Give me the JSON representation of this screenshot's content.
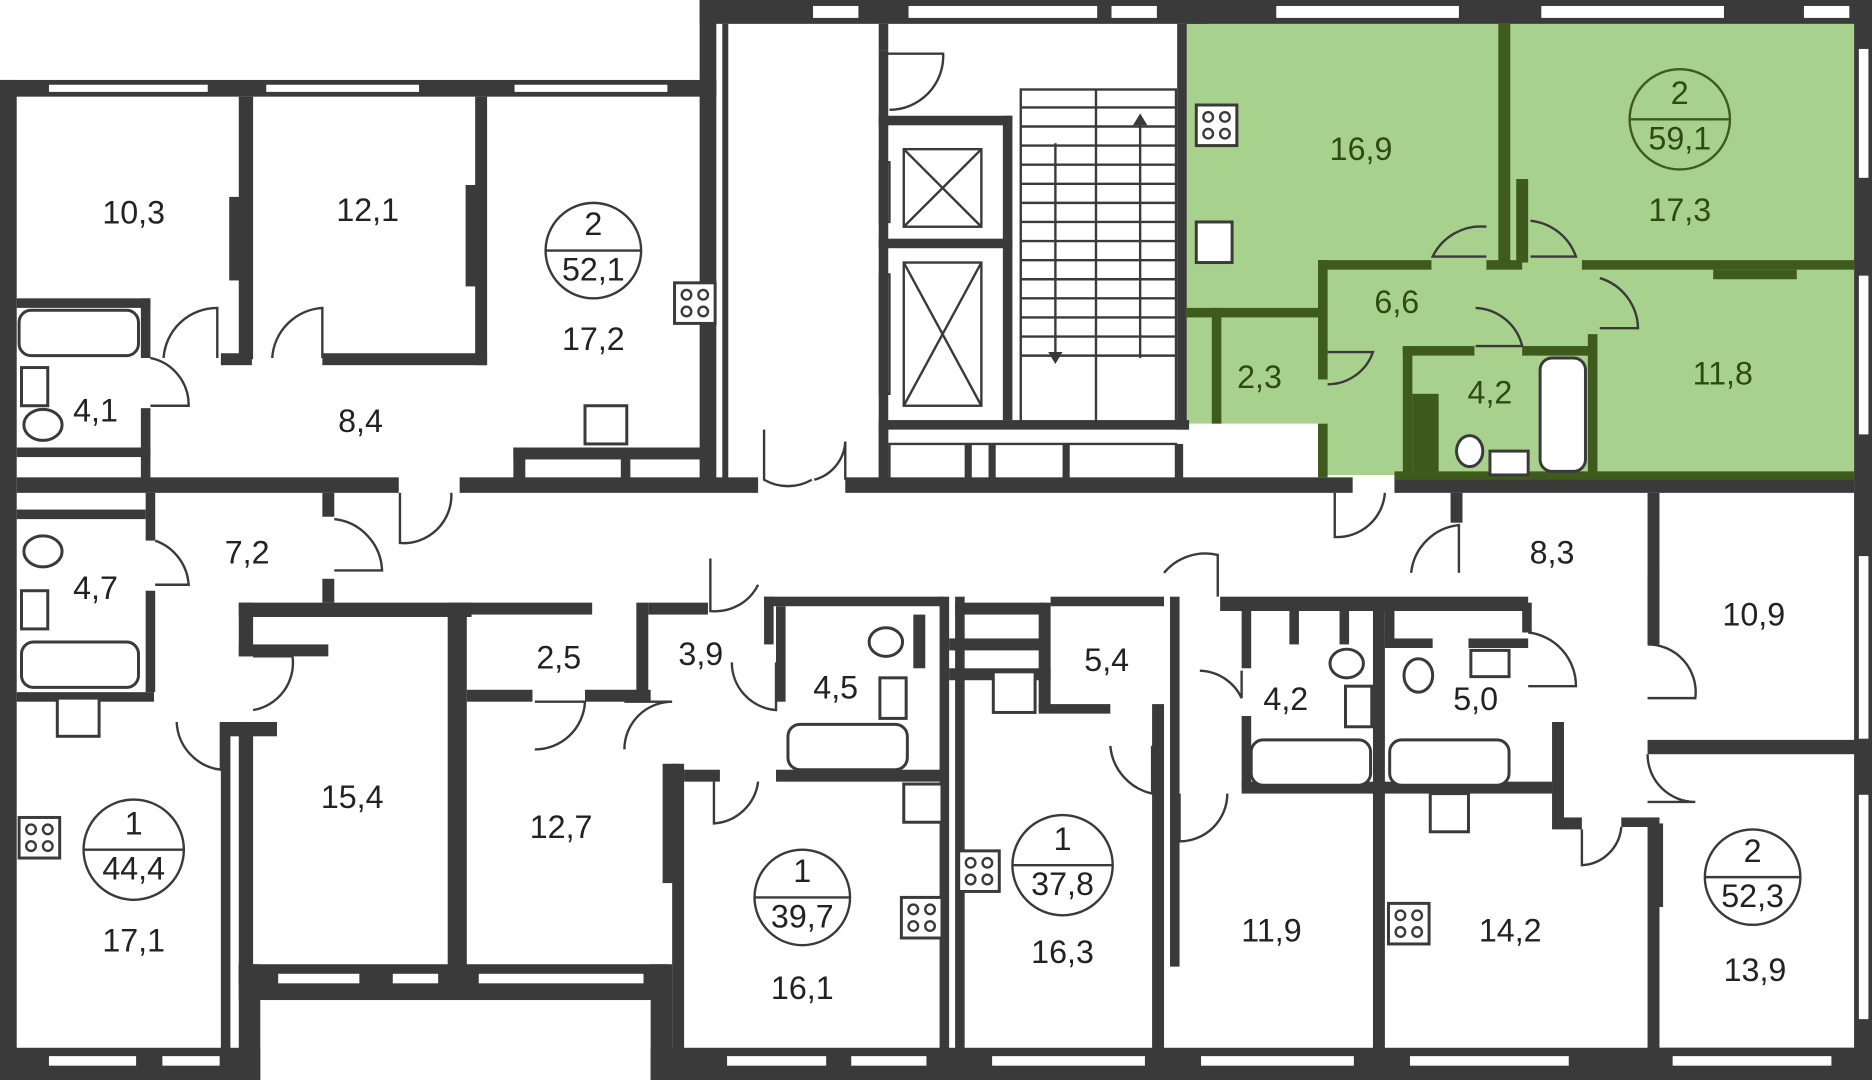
{
  "highlight_color": "#a9d18e",
  "wall_color": "#3a3a3a",
  "apartments": [
    {
      "id": "apt-2-52-1",
      "rooms": "2",
      "area": "52,1",
      "highlighted": false
    },
    {
      "id": "apt-2-59-1",
      "rooms": "2",
      "area": "59,1",
      "highlighted": true
    },
    {
      "id": "apt-1-44-4",
      "rooms": "1",
      "area": "44,4",
      "highlighted": false
    },
    {
      "id": "apt-1-39-7",
      "rooms": "1",
      "area": "39,7",
      "highlighted": false
    },
    {
      "id": "apt-1-37-8",
      "rooms": "1",
      "area": "37,8",
      "highlighted": false
    },
    {
      "id": "apt-2-52-3",
      "rooms": "2",
      "area": "52,3",
      "highlighted": false
    }
  ],
  "rooms": {
    "r_10_3": "10,3",
    "r_12_1": "12,1",
    "r_17_2": "17,2",
    "r_4_1": "4,1",
    "r_8_4": "8,4",
    "r_16_9": "16,9",
    "r_17_3": "17,3",
    "r_6_6": "6,6",
    "r_2_3": "2,3",
    "r_4_2a": "4,2",
    "r_11_8": "11,8",
    "r_7_2": "7,2",
    "r_4_7": "4,7",
    "r_2_5": "2,5",
    "r_3_9": "3,9",
    "r_4_5": "4,5",
    "r_5_4": "5,4",
    "r_4_2b": "4,2",
    "r_5_0": "5,0",
    "r_8_3": "8,3",
    "r_10_9": "10,9",
    "r_15_4": "15,4",
    "r_12_7": "12,7",
    "r_17_1": "17,1",
    "r_16_1": "16,1",
    "r_16_3": "16,3",
    "r_11_9": "11,9",
    "r_14_2": "14,2",
    "r_13_9": "13,9"
  }
}
